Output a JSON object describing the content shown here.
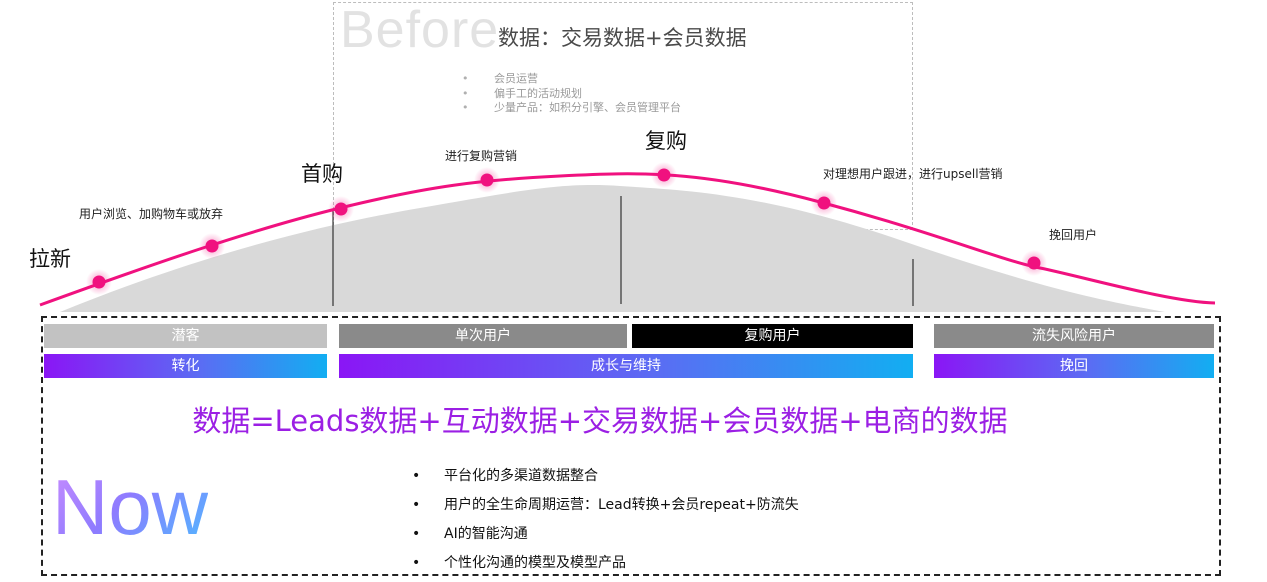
{
  "before": {
    "title": "Before",
    "data_line": "数据：交易数据+会员数据",
    "bullets": [
      "会员运营",
      "偏手工的活动规划",
      "少量产品：如积分引擎、会员管理平台"
    ]
  },
  "curve": {
    "stages": [
      "拉新",
      "首购",
      "复购"
    ],
    "notes": [
      "用户浏览、加购物车或放弃",
      "进行复购营销",
      "对理想用户跟进，进行upsell营销",
      "挽回用户"
    ],
    "line_color": "#f0117f",
    "area_color": "#d9d9d9"
  },
  "segments": {
    "user_types": [
      {
        "label": "潜客",
        "color": "#c2c2c2"
      },
      {
        "label": "单次用户",
        "color": "#8a8a8a"
      },
      {
        "label": "复购用户",
        "color": "#000000"
      },
      {
        "label": "流失风险用户",
        "color": "#8a8a8a"
      }
    ],
    "phases": [
      "转化",
      "成长与维持",
      "挽回"
    ]
  },
  "now": {
    "title": "Now",
    "formula": "数据=Leads数据+互动数据+交易数据+会员数据+电商的数据",
    "bullets": [
      "平台化的多渠道数据整合",
      "用户的全生命周期运营：Lead转换+会员repeat+防流失",
      "AI的智能沟通",
      "个性化沟通的模型及模型产品"
    ]
  }
}
